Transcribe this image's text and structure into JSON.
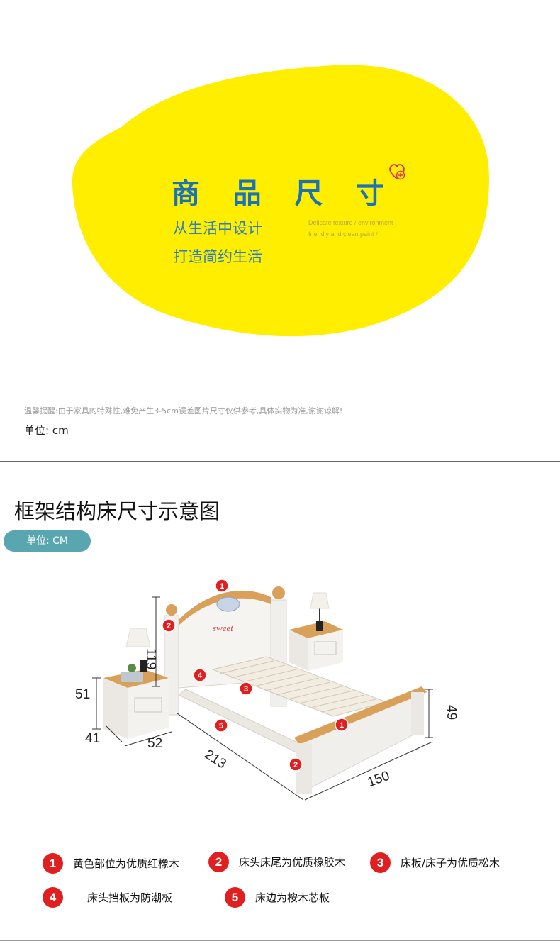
{
  "hero": {
    "title_chars": [
      "商",
      "品",
      "尺",
      "寸"
    ],
    "subtitle_line1": "从生活中设计",
    "subtitle_line2": "打造简约生活",
    "english_line1": "Delicate texture / environment",
    "english_line2": "friendly and clean paint /",
    "blob_color": "#ffee00",
    "title_color": "#1a72b8"
  },
  "notice": "温馨提醒:由于家具的特殊性,难免产生3-5cm误差图片尺寸仅供参考,具体实物为准,谢谢谅解!",
  "unit_label": "单位: cm",
  "section": {
    "title": "框架结构床尺寸示意图",
    "unit_pill": "单位:  CM",
    "pill_color": "#5aa6b0"
  },
  "dimensions": {
    "headboard_height": "119",
    "nightstand_height": "51",
    "nightstand_depth": "41",
    "nightstand_width": "52",
    "bed_length": "213",
    "bed_width": "150",
    "footboard_height": "49"
  },
  "markers": {
    "m1": "1",
    "m2": "2",
    "m3": "3",
    "m4": "4",
    "m5": "5"
  },
  "legend": [
    {
      "num": "1",
      "text": "黄色部位为优质红橡木"
    },
    {
      "num": "2",
      "text": "床头床尾为优质橡胶木"
    },
    {
      "num": "3",
      "text": "床板/床子为优质松木"
    },
    {
      "num": "4",
      "text": "床头挡板为防潮板"
    },
    {
      "num": "5",
      "text": "床边为桉木芯板"
    }
  ],
  "colors": {
    "accent_red": "#e02020",
    "wood": "#d9a05a",
    "white_wood": "#f1efec"
  }
}
